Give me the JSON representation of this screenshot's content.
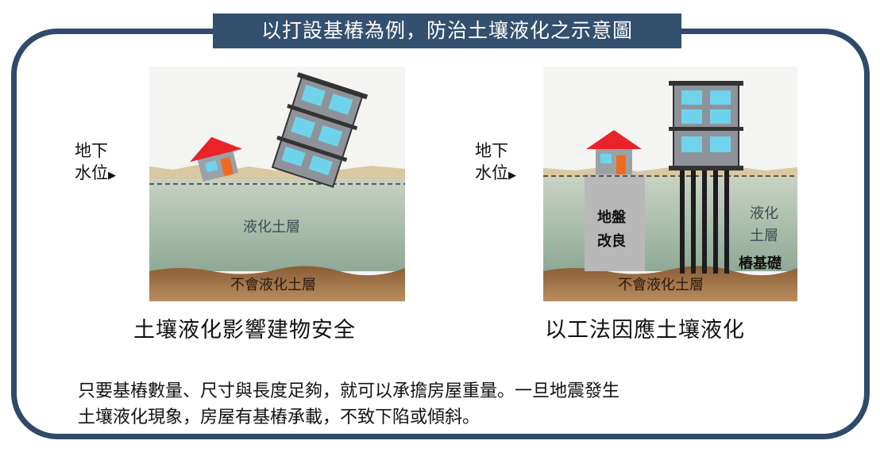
{
  "title": "以打設基樁為例，防治土壤液化之示意圖",
  "left_panel": {
    "water_table_label_line1": "地下",
    "water_table_label_line2": "水位",
    "liquefied_layer": "液化土層",
    "non_liquefied_layer": "不會液化土層",
    "caption": "土壤液化影響建物安全"
  },
  "right_panel": {
    "water_table_label_line1": "地下",
    "water_table_label_line2": "水位",
    "ground_improvement_line1": "地盤",
    "ground_improvement_line2": "改良",
    "liquefied_layer_line1": "液化",
    "liquefied_layer_line2": "土層",
    "pile_foundation": "樁基礎",
    "non_liquefied_layer": "不會液化土層",
    "caption": "以工法因應土壤液化"
  },
  "note_line1": "只要基樁數量、尺寸與長度足夠，就可以承擔房屋重量。一旦地震發生",
  "note_line2": "土壤液化現象，房屋有基樁承載，不致下陷或傾斜。",
  "colors": {
    "frame": "#2f4a6a",
    "banner": "#34506f",
    "liquefied_soil": "#9fb5a0",
    "firm_soil": "#a37a52",
    "roof": "#e8242a",
    "window": "#6fd3ec",
    "building": "#8f9399",
    "pile": "#1d1d1d"
  }
}
